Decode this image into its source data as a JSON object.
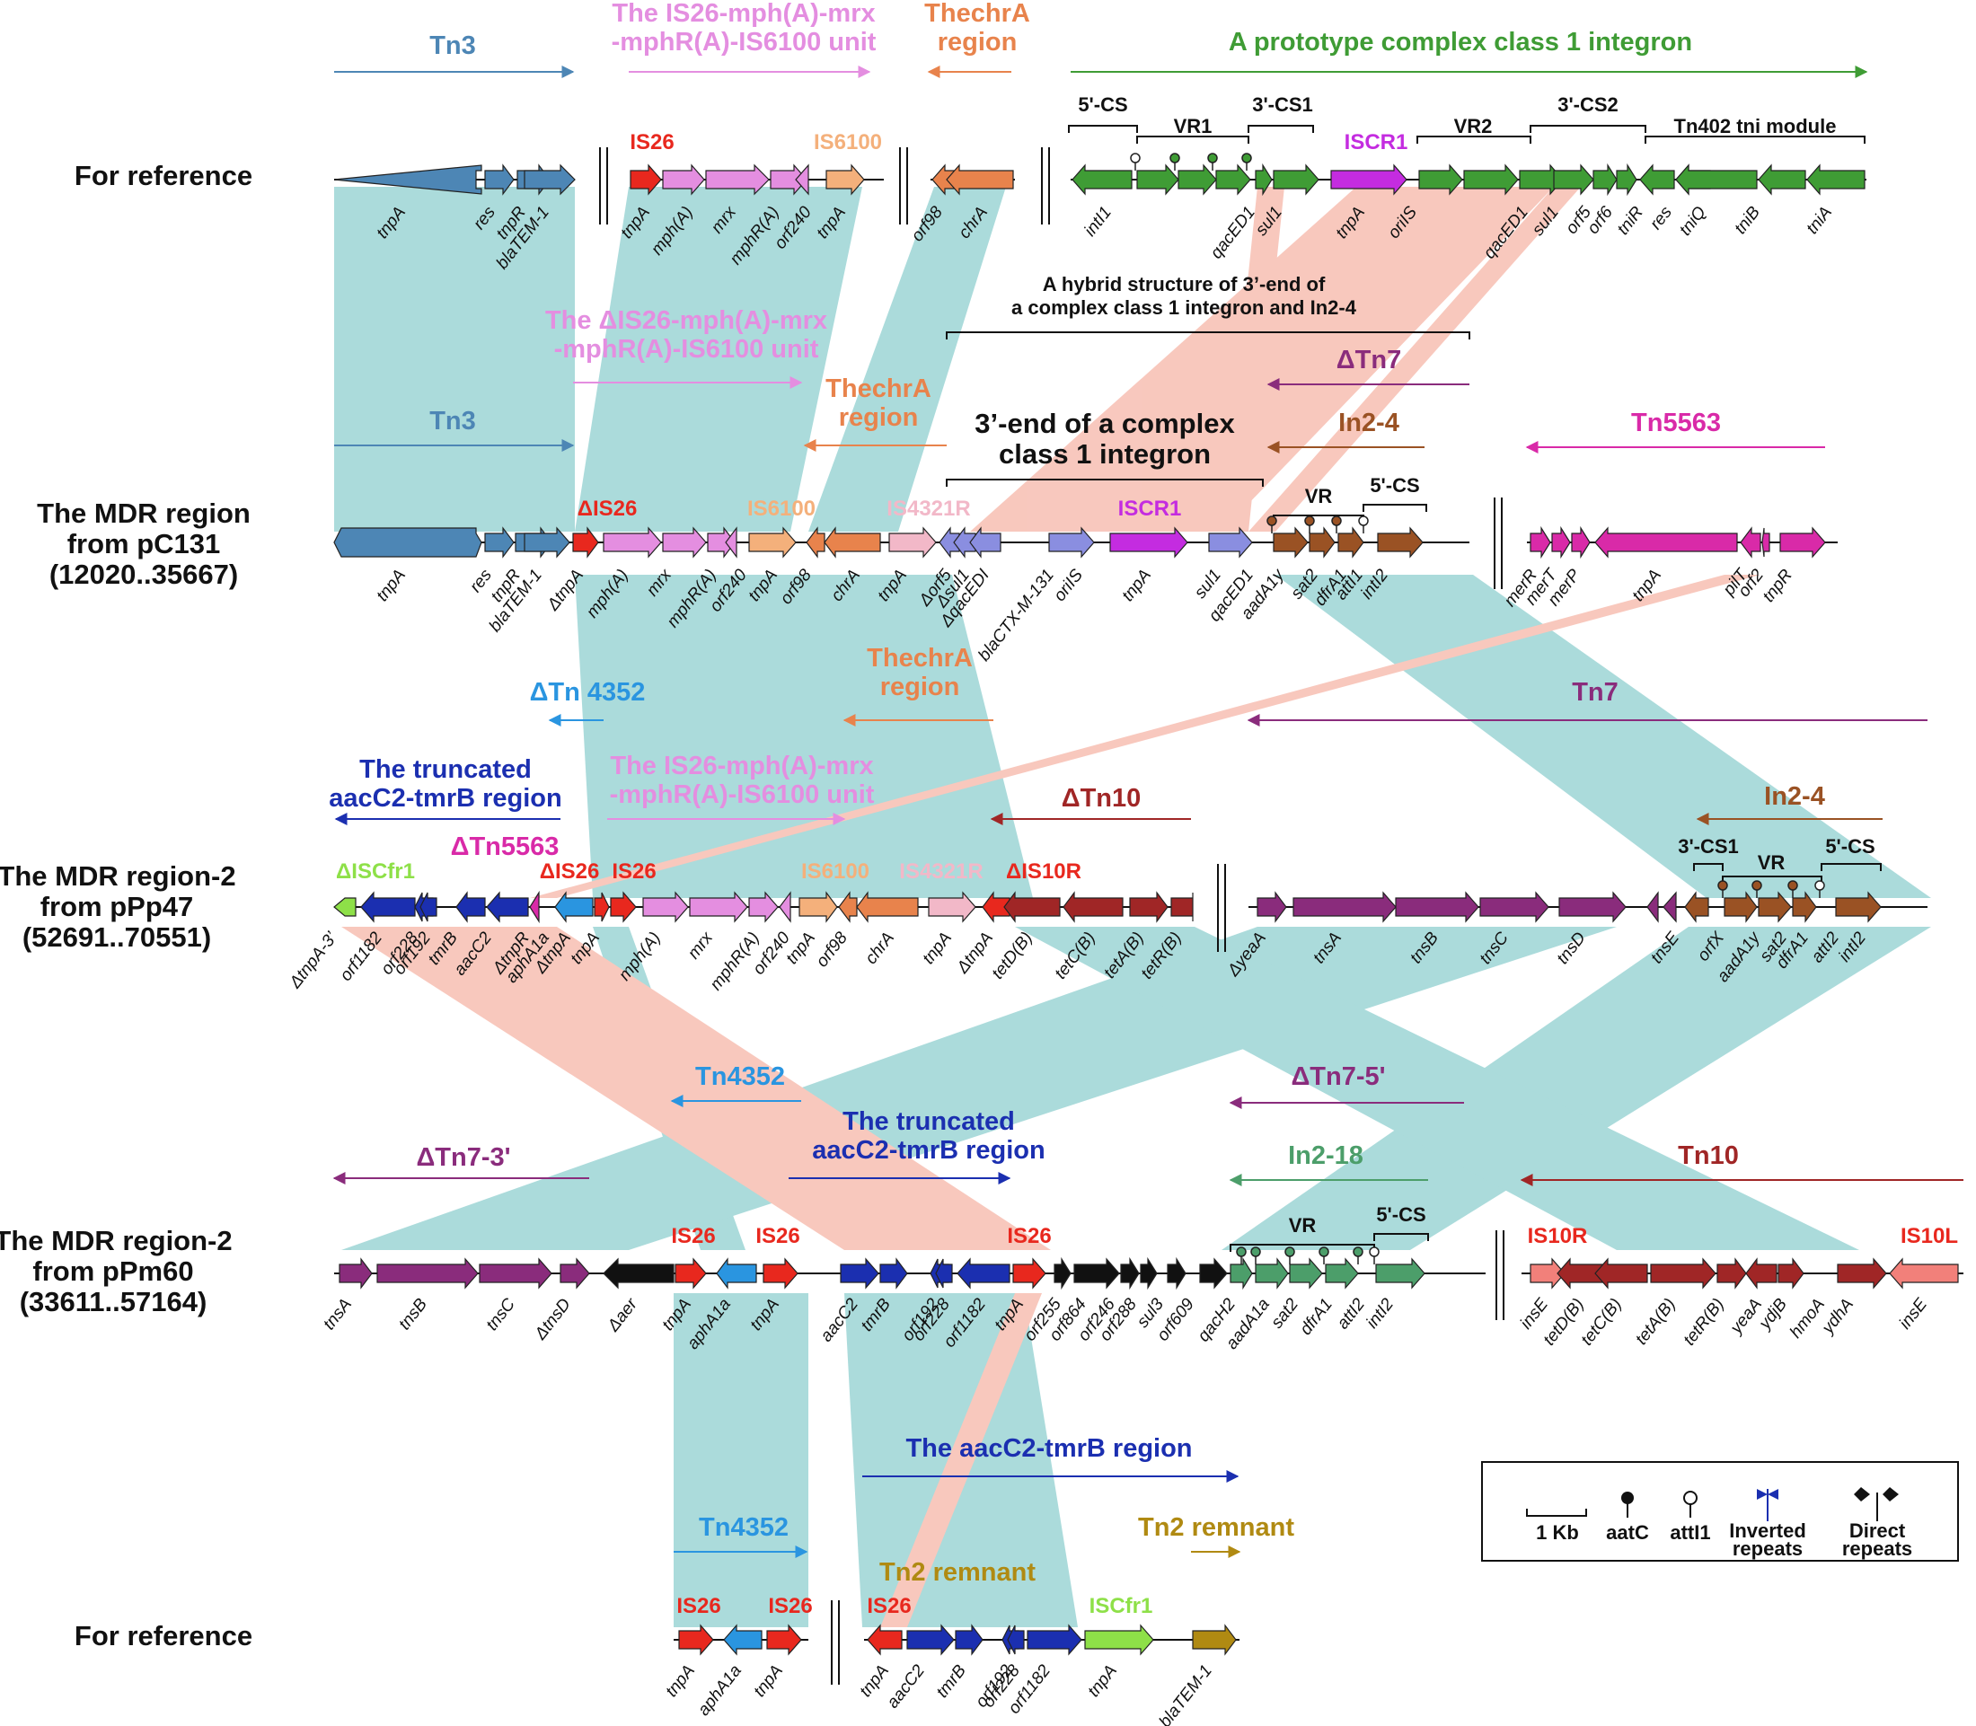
{
  "colors": {
    "tn3": "#4d86b5",
    "is26": "#e8281e",
    "mph": "#e48ee0",
    "is6100": "#f4b07b",
    "chra": "#e8834c",
    "integron": "#3f9c35",
    "iscr1": "#c42ce0",
    "tn7": "#8a2c7c",
    "in24": "#9a5224",
    "tn5563": "#d92aa8",
    "aacc2": "#1b2fb0",
    "tn4352": "#2a95e0",
    "tn10": "#a02626",
    "in218": "#4c9e6a",
    "tn2": "#b08a12",
    "iscfr1": "#8ee048",
    "link_teal": "#8fcfcf",
    "link_pink": "#f6b6a8"
  },
  "rows": {
    "row1": [
      "For reference"
    ],
    "row2": [
      "The MDR region",
      "from pC131",
      "(12020..35667)"
    ],
    "row3": [
      "The MDR region-2",
      "from pPp47",
      "(52691..70551)"
    ],
    "row4": [
      "The MDR region-2",
      "from pPm60",
      "(33611..57164)"
    ],
    "row5": [
      "For reference"
    ]
  },
  "regions": {
    "r1_tn3": "Tn3",
    "r1_mph_1": "The IS26-mph(A)-mrx",
    "r1_mph_2": "-mphR(A)-IS6100 unit",
    "r1_chra_1": "ThechrA",
    "r1_chra_2": "region",
    "r1_integron": "A prototype complex class 1 integron",
    "r2_hybrid_1": "A hybrid structure of 3’-end of",
    "r2_hybrid_2": "a complex class 1 integron and In2-4",
    "r2_mph_1": "The ΔIS26-mph(A)-mrx",
    "r2_mph_2": "-mphR(A)-IS6100 unit",
    "r2_dtn7": "ΔTn7",
    "r2_chra_1": "ThechrA",
    "r2_chra_2": "region",
    "r2_tn3": "Tn3",
    "r2_3end_1": "3’-end of a complex",
    "r2_3end_2": "class 1 integron",
    "r2_in24": "In2-4",
    "r2_tn5563": "Tn5563",
    "r3_chra_1": "ThechrA",
    "r3_chra_2": "region",
    "r3_dtn4352": "ΔTn 4352",
    "r3_tn7": "Tn7",
    "r3_trunc_1": "The truncated",
    "r3_trunc_2": "aacC2-tmrB region",
    "r3_mph_1": "The IS26-mph(A)-mrx",
    "r3_mph_2": "-mphR(A)-IS6100 unit",
    "r3_dtn10": "ΔTn10",
    "r3_in24": "In2-4",
    "r3_dtn5563": "ΔTn5563",
    "r4_tn4352": "Tn4352",
    "r4_dtn75": "ΔTn7-5'",
    "r4_trunc_1": "The truncated",
    "r4_trunc_2": "aacC2-tmrB region",
    "r4_dtn73": "ΔTn7-3'",
    "r4_in218": "In2-18",
    "r4_tn10": "Tn10",
    "r5_aacc2": "The aacC2-tmrB region",
    "r5_tn4352": "Tn4352",
    "r5_tn2a": "Tn2 remnant",
    "r5_tn2b": "Tn2 remnant"
  },
  "brackets": {
    "cs5": "5'-CS",
    "vr1": "VR1",
    "cs31": "3'-CS1",
    "vr2": "VR2",
    "cs32": "3'-CS2",
    "tni": "Tn402 tni module",
    "vr": "VR"
  },
  "is_labels": {
    "r1_is26": "IS26",
    "r1_is6100": "IS6100",
    "r1_iscr1": "ISCR1",
    "r2_dis26": "ΔIS26",
    "r2_is6100": "IS6100",
    "r2_is4321r": "IS4321R",
    "r2_iscr1": "ISCR1",
    "r3_discfr1": "ΔISCfr1",
    "r3_dis26": "ΔIS26",
    "r3_is26": "IS26",
    "r3_is6100": "IS6100",
    "r3_is4321r": "IS4321R",
    "r3_dis10r": "ΔIS10R",
    "r4_is26a": "IS26",
    "r4_is26b": "IS26",
    "r4_is26c": "IS26",
    "r4_is10r": "IS10R",
    "r4_is10l": "IS10L",
    "r5_is26a": "IS26",
    "r5_is26b": "IS26",
    "r5_is26c": "IS26",
    "r5_iscfr1": "ISCfr1"
  },
  "genes": {
    "row1": [
      "tnpA",
      "res",
      "tnpR",
      "blaTEM-1",
      "tnpA",
      "mph(A)",
      "mrx",
      "mphR(A)",
      "orf240",
      "tnpA",
      "orf98",
      "chrA",
      "intI1",
      "qacED1",
      "sul1",
      "tnpA",
      "oriIS",
      "qacED1",
      "sul1",
      "orf5",
      "orf6",
      "tniR",
      "res",
      "tniQ",
      "tniB",
      "tniA"
    ],
    "row2": [
      "tnpA",
      "res",
      "tnpR",
      "blaTEM-1",
      "ΔtnpA",
      "mph(A)",
      "mrx",
      "mphR(A)",
      "orf240",
      "tnpA",
      "orf98",
      "chrA",
      "tnpA",
      "Δorf5",
      "Δsul1",
      "ΔqacEDI",
      "blaCTX-M-131",
      "oriIS",
      "tnpA",
      "sul1",
      "qacED1",
      "aadA1y",
      "sat2",
      "dfrA1",
      "attI1",
      "intI2",
      "merR",
      "merT",
      "merP",
      "tnpA",
      "pilT",
      "orf2",
      "tnpR"
    ],
    "row3": [
      "ΔtnpA-3’",
      "orf1182",
      "orf228",
      "orf192",
      "tmrB",
      "aacC2",
      "ΔtnpR",
      "aphA1a",
      "ΔtnpA",
      "tnpA",
      "mph(A)",
      "mrx",
      "mphR(A)",
      "orf240",
      "tnpA",
      "orf98",
      "chrA",
      "tnpA",
      "ΔtnpA",
      "tetD(B)",
      "tetC(B)",
      "tetA(B)",
      "tetR(B)",
      "ΔyeaA",
      "tnsA",
      "tnsB",
      "tnsC",
      "tnsD",
      "tnsE",
      "orfX",
      "aadA1y",
      "sat2",
      "dfrA1",
      "attI2",
      "intI2"
    ],
    "row4": [
      "tnsA",
      "tnsB",
      "tnsC",
      "ΔtnsD",
      "Δaer",
      "tnpA",
      "aphA1a",
      "tnpA",
      "aacC2",
      "tmrB",
      "orf192",
      "orf228",
      "orf1182",
      "tnpA",
      "orf255",
      "orf864",
      "orf246",
      "orf288",
      "sul3",
      "orf609",
      "qacH2",
      "aadA1a",
      "sat2",
      "dfrA1",
      "attI2",
      "intI2",
      "insE",
      "tetD(B)",
      "tetC(B)",
      "tetA(B)",
      "tetR(B)",
      "yeaA",
      "ydjB",
      "hmoA",
      "ydhA",
      "insE"
    ],
    "row5": [
      "tnpA",
      "aphA1a",
      "tnpA",
      "tnpA",
      "aacC2",
      "tmrB",
      "orf192",
      "orf228",
      "orf1182",
      "tnpA",
      "blaTEM-1"
    ]
  },
  "legend": {
    "kb": "1 Kb",
    "aatc": "aatC",
    "atti1": "attI1",
    "inverted_1": "Inverted",
    "inverted_2": "repeats",
    "direct_1": "Direct",
    "direct_2": "repeats"
  }
}
